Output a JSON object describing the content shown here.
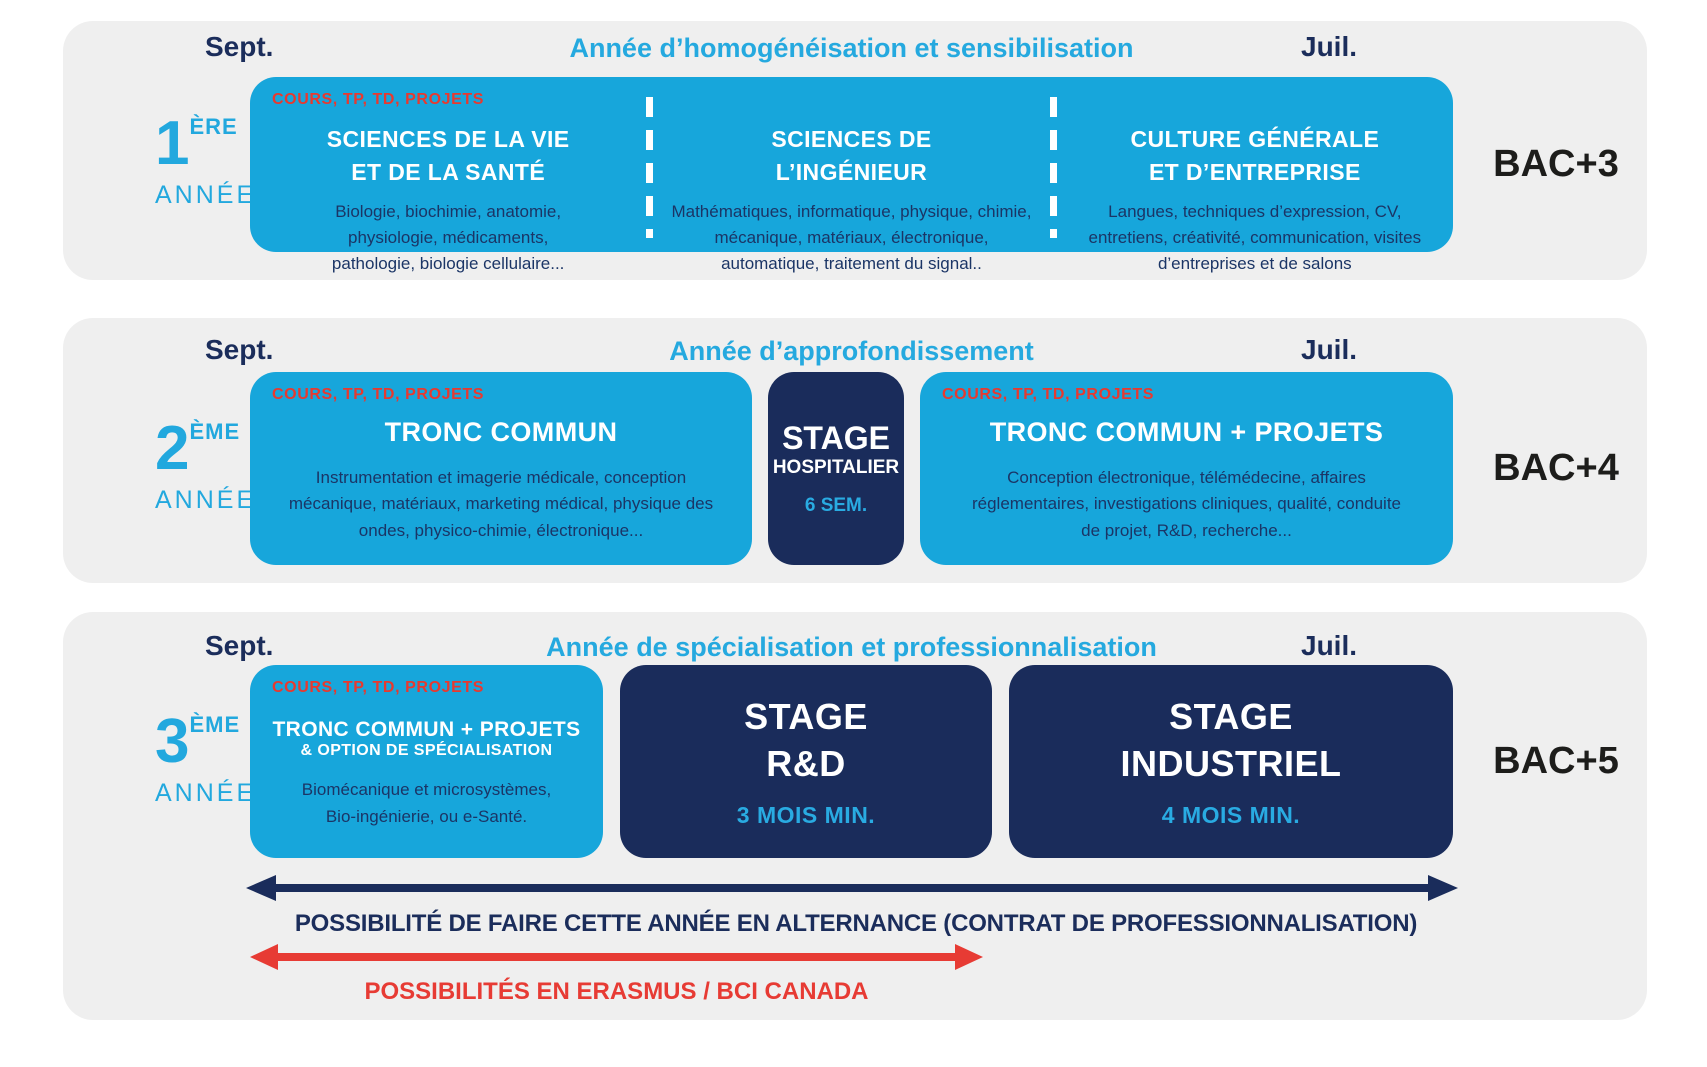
{
  "colors": {
    "cyan_box": "#17a6db",
    "navy_box": "#1a2c5b",
    "red_accent": "#e73b34",
    "band_gray": "#efefef",
    "title_cyan": "#25a9df",
    "body_navy": "#1b3566",
    "degree_black": "#1d1d1b"
  },
  "years": [
    {
      "label": {
        "number": "1",
        "suffix": "ÈRE",
        "word": "ANNÉE"
      },
      "start_month": "Sept.",
      "end_month": "Juil.",
      "title": "Année d’homogénéisation et sensibilisation",
      "degree": "BAC+3",
      "course_tag": "COURS, TP, TD, PROJETS",
      "columns": [
        {
          "title_line1": "SCIENCES DE LA VIE",
          "title_line2": "ET DE LA SANTÉ",
          "description": "Biologie, biochimie, anatomie, physiologie, médicaments, pathologie, biologie cellulaire..."
        },
        {
          "title_line1": "SCIENCES DE",
          "title_line2": "L’INGÉNIEUR",
          "description": "Mathématiques, informatique, physique, chimie, mécanique, matériaux, électronique, automatique, traitement du signal.."
        },
        {
          "title_line1": "CULTURE GÉNÉRALE",
          "title_line2": "ET D’ENTREPRISE",
          "description": "Langues, techniques d’expression, CV, entretiens, créativité, communication, visites d’entreprises et de salons"
        }
      ]
    },
    {
      "label": {
        "number": "2",
        "suffix": "ÈME",
        "word": "ANNÉE"
      },
      "start_month": "Sept.",
      "end_month": "Juil.",
      "title": "Année d’approfondissement",
      "degree": "BAC+4",
      "course_tag": "COURS, TP, TD, PROJETS",
      "block1": {
        "title": "TRONC COMMUN",
        "description": "Instrumentation et imagerie médicale, conception mécanique, matériaux, marketing médical, physique des ondes, physico-chimie, électronique..."
      },
      "stage": {
        "line1": "STAGE",
        "line2": "HOSPITALIER",
        "duration": "6 SEM."
      },
      "block2": {
        "title": "TRONC COMMUN + PROJETS",
        "description": "Conception électronique, télémédecine, affaires réglementaires, investigations cliniques, qualité, conduite de projet, R&D, recherche..."
      }
    },
    {
      "label": {
        "number": "3",
        "suffix": "ÈME",
        "word": "ANNÉE"
      },
      "start_month": "Sept.",
      "end_month": "Juil.",
      "title": "Année de spécialisation et professionnalisation",
      "degree": "BAC+5",
      "course_tag": "COURS, TP, TD, PROJETS",
      "block1": {
        "title": "TRONC COMMUN + PROJETS",
        "subtitle": "& OPTION DE SPÉCIALISATION",
        "description": "Biomécanique et microsystèmes, Bio-ingénierie, ou e-Santé."
      },
      "stage_rd": {
        "line1": "STAGE",
        "line2": "R&D",
        "duration": "3 MOIS MIN."
      },
      "stage_ind": {
        "line1": "STAGE",
        "line2": "INDUSTRIEL",
        "duration": "4 MOIS MIN."
      }
    }
  ],
  "arrows": [
    {
      "color": "navy",
      "label": "POSSIBILITÉ DE FAIRE CETTE ANNÉE EN ALTERNANCE (CONTRAT DE PROFESSIONNALISATION)"
    },
    {
      "color": "red",
      "label": "POSSIBILITÉS EN ERASMUS / BCI CANADA"
    }
  ]
}
